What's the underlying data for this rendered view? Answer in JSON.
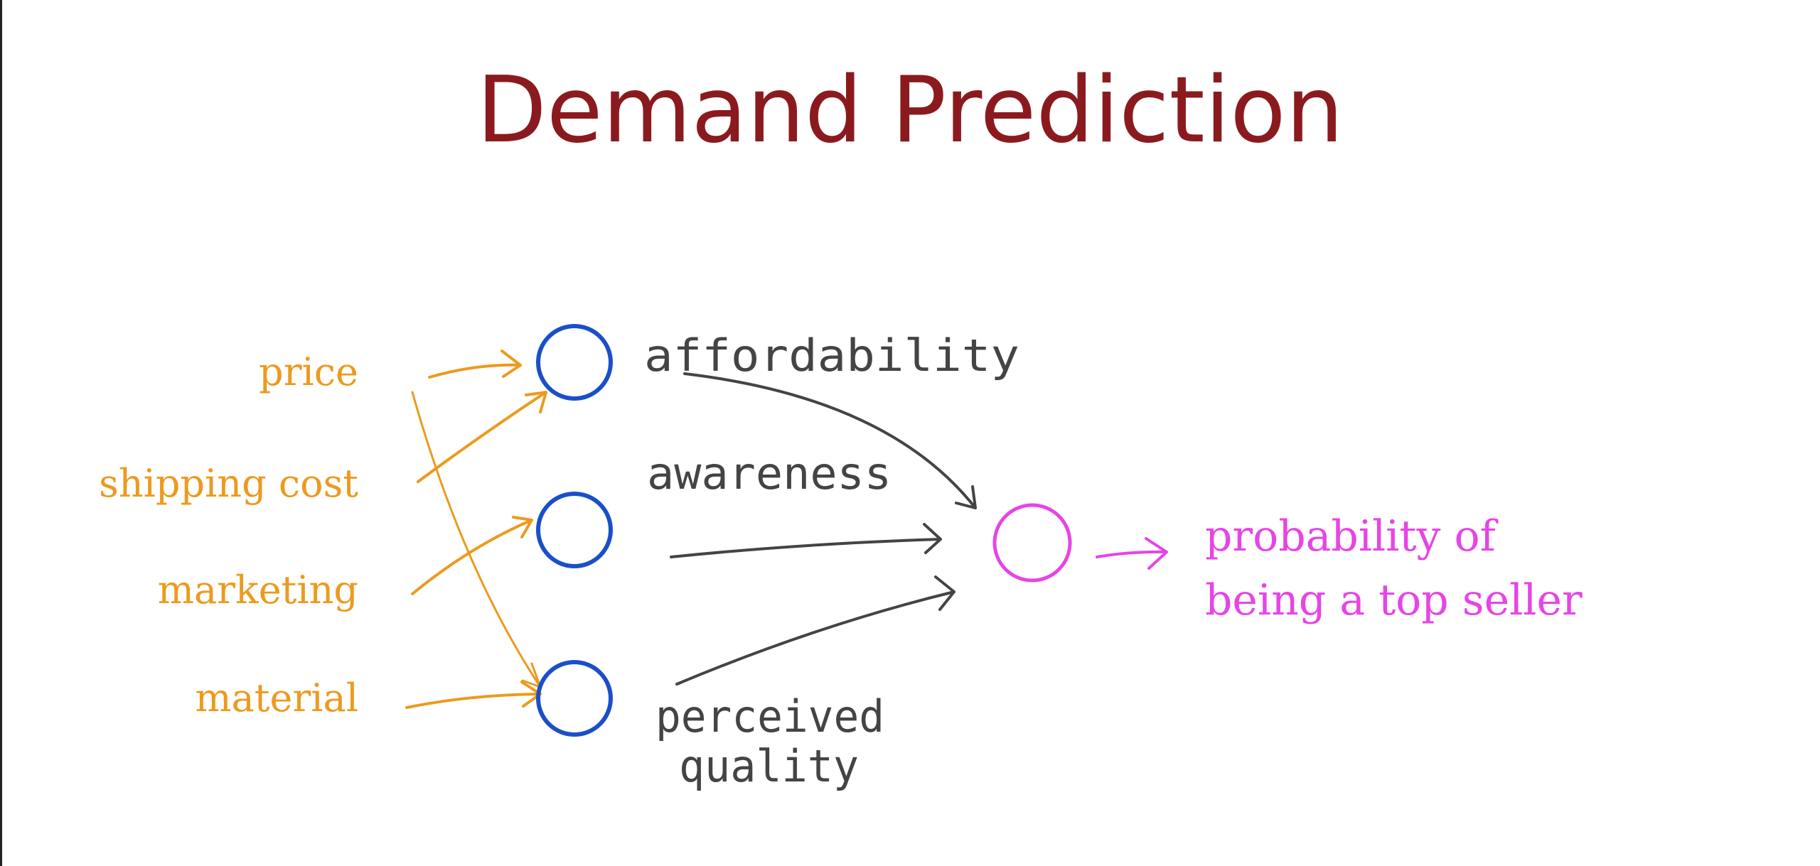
{
  "title": "Demand Prediction",
  "inputs": [
    "price",
    "shipping cost",
    "marketing",
    "material"
  ],
  "hidden_units": [
    "affordability",
    "awareness",
    "perceived quality"
  ],
  "hidden_labels": {
    "affordability": "affordability",
    "awareness": "awareness",
    "perceived": "perceived",
    "quality": "quality"
  },
  "output": {
    "line1": "probability of",
    "line2": "being a top seller"
  },
  "colors": {
    "title": "#8b1a1f",
    "inputs": "#ec9a1e",
    "hidden": "#1a4fc8",
    "output": "#e645e6",
    "handwriting": "#444444"
  }
}
